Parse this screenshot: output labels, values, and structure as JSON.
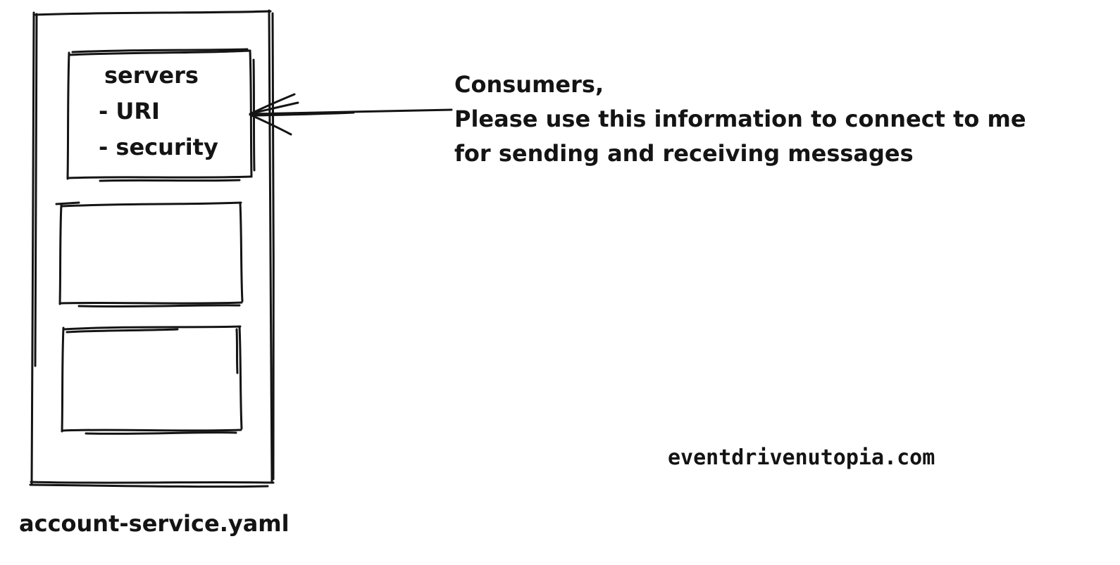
{
  "canvas": {
    "background_color": "#ffffff",
    "ink_color": "#141414"
  },
  "file_card": {
    "file_label": "account-service.yaml",
    "servers_box": {
      "title": "servers",
      "items": [
        "- URI",
        "- security"
      ]
    },
    "empty_placeholder_boxes": 2
  },
  "annotation": {
    "line1": "Consumers,",
    "line2": "Please use this information to connect to me",
    "line3": "for sending and receiving messages"
  },
  "watermark": "eventdrivenutopia.com"
}
